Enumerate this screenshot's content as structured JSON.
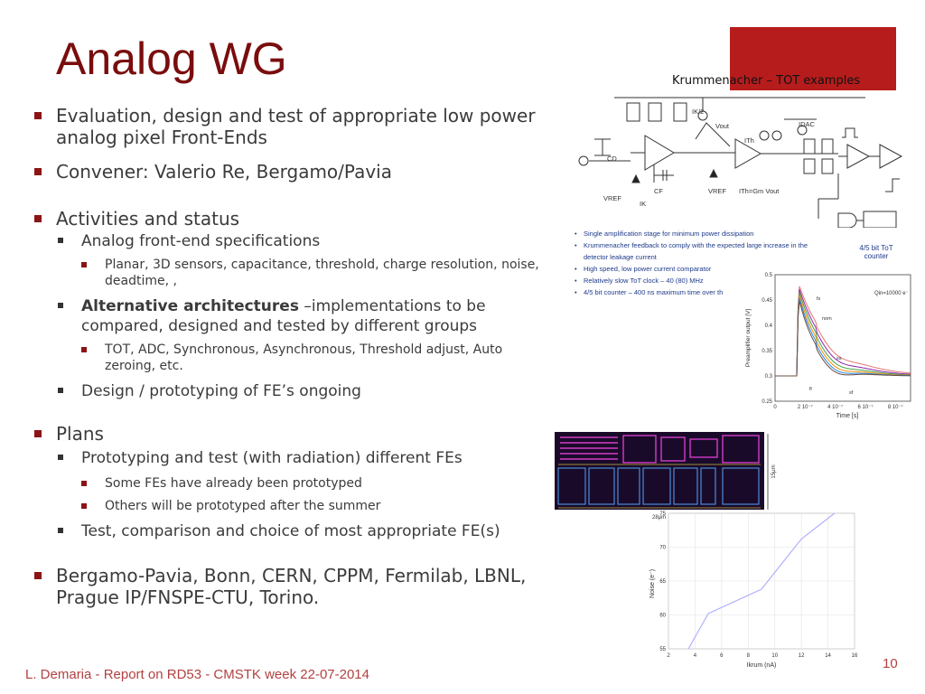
{
  "slide": {
    "title": "Analog WG",
    "caption": "Krummenacher – TOT examples",
    "footer": "L. Demaria - Report on RD53 - CMSTK week 22-07-2014",
    "page_number": "10",
    "colors": {
      "title": "#7a0d0d",
      "accent": "#b71c1c",
      "bullet": "#8b1414",
      "footer": "#b34040"
    }
  },
  "bullets": [
    {
      "text": "Evaluation, design and test of appropriate low power analog pixel Front-Ends"
    },
    {
      "text": "Convener: Valerio Re, Bergamo/Pavia"
    },
    {
      "text": "Activities and status",
      "children": [
        {
          "text": "Analog front-end specifications",
          "children": [
            {
              "text": "Planar, 3D sensors, capacitance, threshold, charge resolution, noise, deadtime, ,"
            }
          ]
        },
        {
          "bold": "Alternative architectures",
          "text": " –implementations to be compared, designed and tested by different groups",
          "children": [
            {
              "text": "TOT, ADC, Synchronous, Asynchronous, Threshold adjust, Auto zeroing, etc."
            }
          ]
        },
        {
          "text": "Design / prototyping of FE’s ongoing"
        }
      ]
    },
    {
      "text": "Plans",
      "children": [
        {
          "text": "Prototyping and test (with radiation) different FEs",
          "children": [
            {
              "text": "Some FEs have already been prototyped"
            },
            {
              "text": "Others will be prototyped after the summer"
            }
          ]
        },
        {
          "text": "Test, comparison and choice of most appropriate FE(s)"
        }
      ]
    },
    {
      "text": "Bergamo-Pavia, Bonn, CERN, CPPM, Fermilab, LBNL, Prague IP/FNSPE-CTU, Torino."
    }
  ],
  "schematic": {
    "labels": [
      "IK/2",
      "Vout",
      "IDAC",
      "ITh",
      "CD",
      "CF",
      "VREF",
      "VREF",
      "IK",
      "ITh=Gm Vout"
    ],
    "notes": [
      "Single amplification stage for minimum power dissipation",
      "Krummenacher feedback to comply with the expected large increase in the detector leakage current",
      "High speed, low power current comparator",
      "Relatively slow ToT clock – 40 (80) MHz",
      "4/5 bit counter – 400 ns maximum time over th"
    ],
    "counter_label": "4/5 bit ToT counter"
  },
  "layout_image": {
    "dim_vertical": "15μm",
    "dim_horizontal": "28μm"
  },
  "chart_data": [
    {
      "type": "line",
      "title": "",
      "xlabel": "Time [s]",
      "ylabel": "Preamplifier output [V]",
      "annotation": "Qin=10000 e⁻",
      "xlim": [
        0,
        9e-07
      ],
      "ylim": [
        0.25,
        0.5
      ],
      "x_ticks": [
        "0",
        "2 10⁻⁷",
        "4 10⁻⁷",
        "6 10⁻⁷",
        "8 10⁻⁷"
      ],
      "y_ticks": [
        "0.25",
        "0.3",
        "0.35",
        "0.4",
        "0.45",
        "0.5"
      ],
      "curve_labels": [
        "fs",
        "nom",
        "ss",
        "sf",
        "fl"
      ],
      "series_colors": [
        "#e57373",
        "#8e24aa",
        "#43a047",
        "#fb8c00",
        "#1e88e5",
        "#6d4c41"
      ]
    },
    {
      "type": "line",
      "xlabel": "Ikrum (nA)",
      "ylabel": "Noise (e⁻)",
      "x": [
        3.5,
        5,
        9,
        12,
        14.5
      ],
      "y": [
        55,
        60.2,
        63.8,
        71.2,
        75
      ],
      "xlim": [
        2,
        16
      ],
      "ylim": [
        55,
        75
      ],
      "x_ticks": [
        "2",
        "4",
        "6",
        "8",
        "10",
        "12",
        "14",
        "16"
      ],
      "y_ticks": [
        "55",
        "60",
        "65",
        "70",
        "75"
      ],
      "color": "#b0b0ff"
    }
  ]
}
